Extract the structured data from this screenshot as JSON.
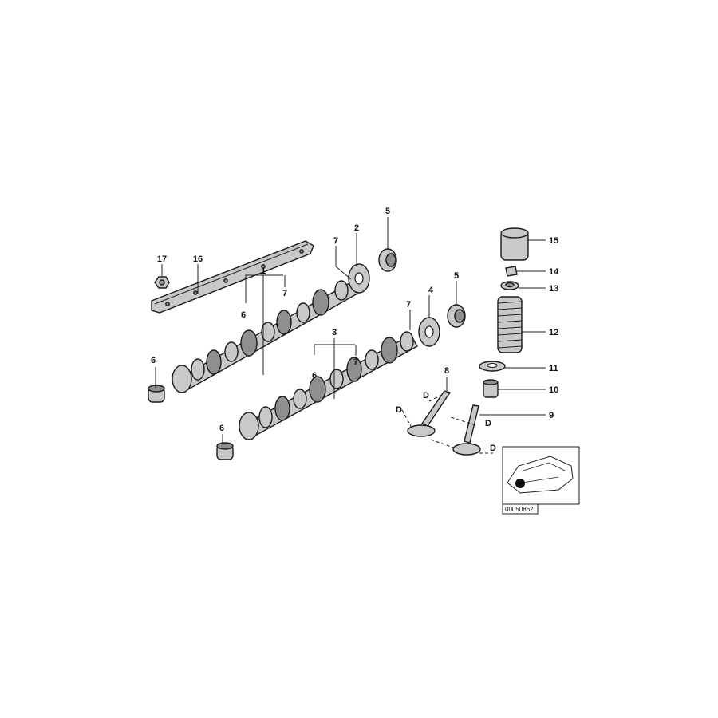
{
  "diagram": {
    "image_code": "00050862",
    "callouts": {
      "c1": "1",
      "c2": "2",
      "c3": "3",
      "c4": "4",
      "c5a": "5",
      "c5b": "5",
      "c6a": "6",
      "c6b": "6",
      "c6c": "6",
      "c6d": "6",
      "c7a": "7",
      "c7b": "7",
      "c7c": "7",
      "c7d": "7",
      "c8": "8",
      "c9": "9",
      "c10": "10",
      "c11": "11",
      "c12": "12",
      "c13": "13",
      "c14": "14",
      "c15": "15",
      "c16": "16",
      "c17": "17",
      "d1": "D",
      "d2": "D",
      "d3": "D",
      "d4": "D"
    }
  }
}
